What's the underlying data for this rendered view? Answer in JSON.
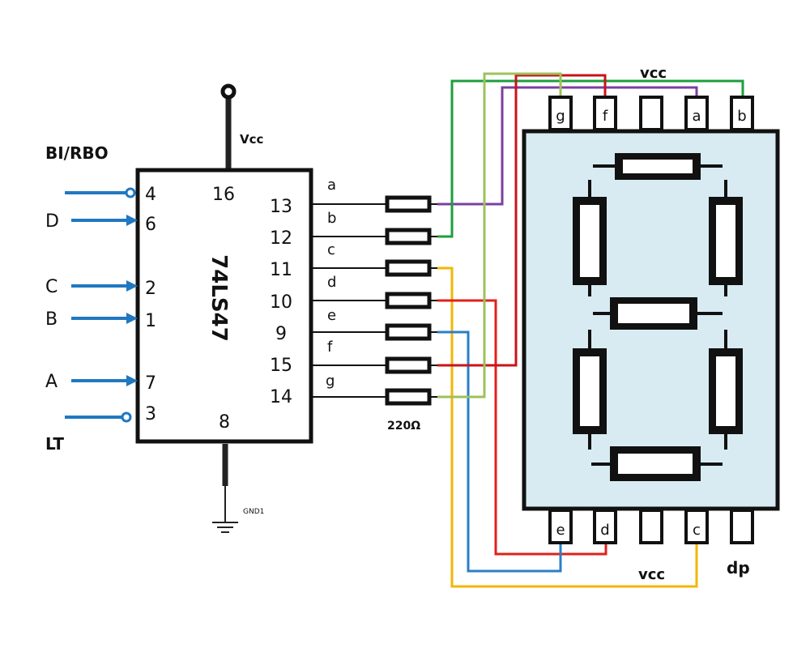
{
  "ic": {
    "name": "74LS47",
    "vcc_label": "Vcc",
    "gnd_label": "GND1",
    "vcc_pin": "16",
    "gnd_pin": "8",
    "inputs": [
      {
        "signal": "BI/RBO",
        "pin": "4"
      },
      {
        "signal": "D",
        "pin": "6"
      },
      {
        "signal": "C",
        "pin": "2"
      },
      {
        "signal": "B",
        "pin": "1"
      },
      {
        "signal": "A",
        "pin": "7"
      },
      {
        "signal": "LT",
        "pin": "3"
      }
    ],
    "outputs": [
      {
        "segment": "a",
        "pin": "13"
      },
      {
        "segment": "b",
        "pin": "12"
      },
      {
        "segment": "c",
        "pin": "11"
      },
      {
        "segment": "d",
        "pin": "10"
      },
      {
        "segment": "e",
        "pin": "9"
      },
      {
        "segment": "f",
        "pin": "15"
      },
      {
        "segment": "g",
        "pin": "14"
      }
    ]
  },
  "resistors": {
    "value": "220Ω"
  },
  "display": {
    "top_pins": [
      "g",
      "f",
      "",
      "a",
      "b"
    ],
    "bottom_pins": [
      "e",
      "d",
      "",
      "c",
      ""
    ],
    "top_vcc": "vcc",
    "bottom_vcc": "vcc",
    "dp_label": "dp",
    "body_color": "#d8ebf2"
  },
  "wire_colors": {
    "a": "#7b3fa0",
    "b": "#1e9e3e",
    "c": "#f2b705",
    "d": "#e0201b",
    "e": "#2a7ec9",
    "f": "#c8141a",
    "g": "#9cc25a",
    "input": "#1f78c1"
  }
}
